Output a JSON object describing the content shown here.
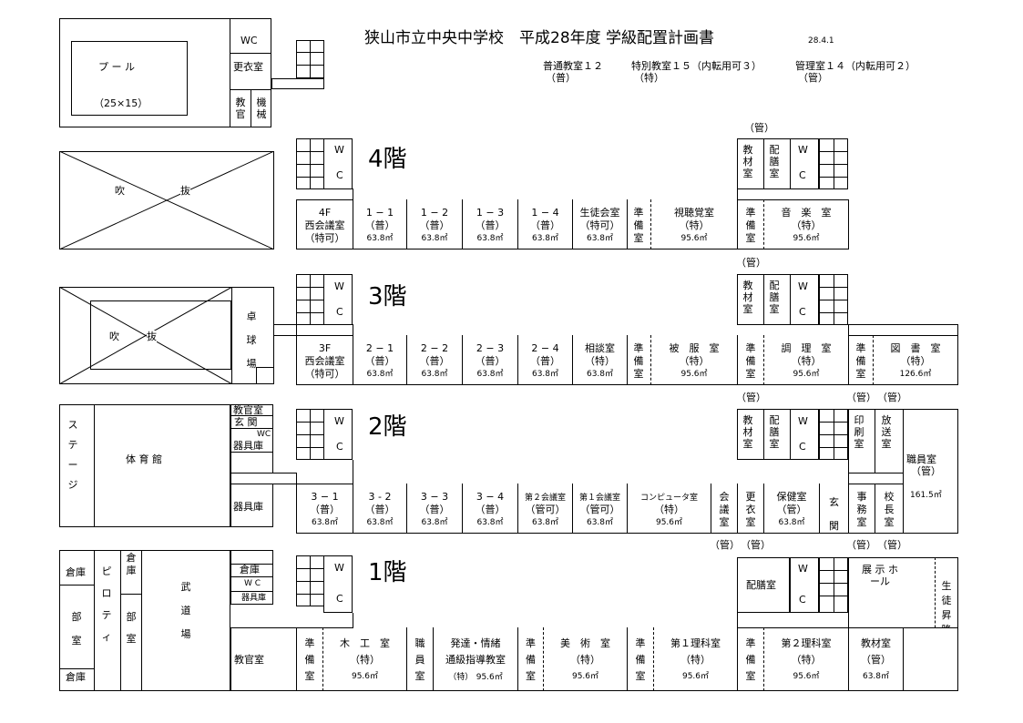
{
  "header": {
    "title": "狭山市立中央中学校　平成28年度 学級配置計画書",
    "date": "28.4.1",
    "summary": [
      {
        "label": "普通教室１２",
        "sub": "（普）"
      },
      {
        "label": "特別教室１５（内転用可３）",
        "sub": "（特）"
      },
      {
        "label": "管理室１４（内転用可２）",
        "sub": "（管）"
      }
    ]
  },
  "pool": {
    "name": "プ ー ル",
    "size": "（25×15）",
    "wc": "WC",
    "locker": "更衣室",
    "teacher": "教官",
    "machine": "機械"
  },
  "floors": {
    "f4": "4階",
    "f3": "3階",
    "f2": "2階",
    "f1": "1階"
  },
  "common": {
    "wc": "W C",
    "kan": "（管）",
    "fukinuke1": "吹",
    "fukinuke2": "抜",
    "junbi": "準備室",
    "material": "教材室",
    "haizen": "配膳室"
  },
  "f4": {
    "rooms": [
      {
        "n": "4F",
        "m": "西会議室",
        "s": "（特可）"
      },
      {
        "n": "1 − 1",
        "m": "（普）",
        "a": "63.8㎡"
      },
      {
        "n": "1 − 2",
        "m": "（普）",
        "a": "63.8㎡"
      },
      {
        "n": "1 − 3",
        "m": "（普）",
        "a": "63.8㎡"
      },
      {
        "n": "1 − 4",
        "m": "（普）",
        "a": "63.8㎡"
      },
      {
        "n": "生徒会室",
        "m": "（特可）",
        "a": "63.8㎡"
      },
      {
        "n": "視聴覚室",
        "m": "（特）",
        "a": "95.6㎡"
      },
      {
        "n": "音　楽　室",
        "m": "（特）",
        "a": "95.6㎡"
      }
    ]
  },
  "f3": {
    "table": "卓球場",
    "rooms": [
      {
        "n": "3F",
        "m": "西会議室",
        "s": "（特可）"
      },
      {
        "n": "2 − 1",
        "m": "（普）",
        "a": "63.8㎡"
      },
      {
        "n": "2 − 2",
        "m": "（普）",
        "a": "63.8㎡"
      },
      {
        "n": "2 − 3",
        "m": "（普）",
        "a": "63.8㎡"
      },
      {
        "n": "2 − 4",
        "m": "（普）",
        "a": "63.8㎡"
      },
      {
        "n": "相談室",
        "m": "（特）",
        "a": "63.8㎡"
      },
      {
        "n": "被　服　室",
        "m": "（特）",
        "a": "95.6㎡"
      },
      {
        "n": "調　理　室",
        "m": "（特）",
        "a": "95.6㎡"
      },
      {
        "n": "図　書　室",
        "m": "（特）",
        "a": "126.6㎡"
      }
    ]
  },
  "f2": {
    "stage": "ステージ",
    "gym": "体 育 館",
    "kyoukan": "教官室",
    "genkan": "玄 関",
    "wc": "WC",
    "kigu": "器具庫",
    "kigu2": "器具庫",
    "print": "印刷室",
    "broadcast": "放送室",
    "staff": "職員室",
    "staff_kan": "（管）",
    "staff_area": "161.5㎡",
    "kan": "（管）",
    "rooms": [
      {
        "n": "3 − 1",
        "m": "（普）",
        "a": "63.8㎡"
      },
      {
        "n": "3 - 2",
        "m": "（普）",
        "a": "63.8㎡"
      },
      {
        "n": "3 − 3",
        "m": "（普）",
        "a": "63.8㎡"
      },
      {
        "n": "3 − 4",
        "m": "（普）",
        "a": "63.8㎡"
      },
      {
        "n": "第２会議室",
        "m": "（管可）",
        "a": "63.8㎡"
      },
      {
        "n": "第１会議室",
        "m": "（管可）",
        "a": "63.8㎡"
      },
      {
        "n": "コンピュータ室",
        "m": "（特）",
        "a": "95.6㎡"
      },
      {
        "n": "保健室",
        "m": "（管）",
        "a": "63.8㎡"
      }
    ],
    "meeting": "会議室",
    "locker": "更衣室",
    "entrance": "玄関",
    "office": "事務室",
    "principal": "校長室"
  },
  "f1": {
    "souko1": "倉庫",
    "souko2": "倉庫",
    "souko3": "倉庫",
    "bushitsu": "部室",
    "bushitsu2": "部室",
    "piloti": "ピロティ",
    "budo": "武道場",
    "souko4": "倉庫",
    "wc": "W C",
    "kigu": "器具庫",
    "kyoukan": "教官室",
    "haizen": "配膳室",
    "hall": "展 示 ホール",
    "exit": "生徒昇降口",
    "rooms": [
      {
        "n": "木　工　室",
        "m": "（特）",
        "a": "95.6㎡"
      },
      {
        "n": "発達・情緒",
        "m": "通級指導教室",
        "a": "95.6㎡",
        "s2": "（特）"
      },
      {
        "n": "美　術　室",
        "m": "（特）",
        "a": "95.6㎡"
      },
      {
        "n": "第１理科室",
        "m": "（特）",
        "a": "95.6㎡"
      },
      {
        "n": "第２理科室",
        "m": "（特）",
        "a": "95.6㎡"
      },
      {
        "n": "教材室",
        "m": "（管）",
        "a": "63.8㎡"
      }
    ],
    "staffroom": "職員室"
  }
}
